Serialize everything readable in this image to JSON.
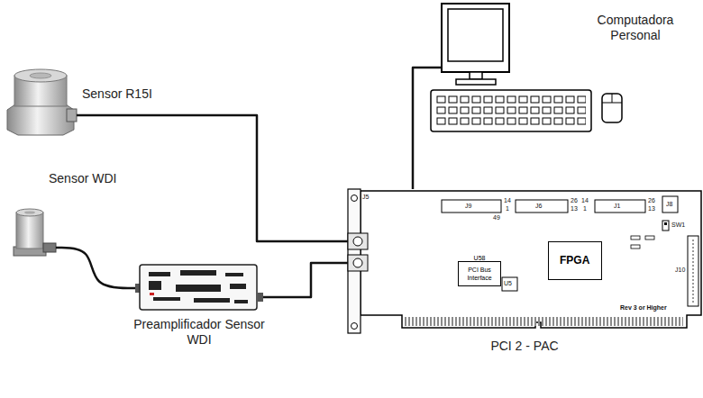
{
  "diagram": {
    "nodes": [
      {
        "text": [
          "Computadora Personal"
        ]
      },
      {
        "text": [
          "Sensor R15I"
        ]
      },
      {
        "text": [
          "Sensor WDI"
        ]
      },
      {
        "text": [
          "Preamplificador Sensor WDI"
        ]
      },
      {
        "text": [
          "PCI 2 - PAC"
        ]
      },
      {
        "text": [
          "FPGA"
        ],
        "in": 4
      },
      {
        "text": [
          "U58",
          "PCI Bus Interface"
        ],
        "in": 4
      }
    ],
    "edges": [
      {
        "from": 1,
        "to": 4,
        "arrow": "none"
      },
      {
        "from": 2,
        "to": 3,
        "arrow": "none"
      },
      {
        "from": 3,
        "to": 4,
        "arrow": "none"
      },
      {
        "from": 4,
        "to": 0,
        "arrow": "none"
      }
    ],
    "labels": [
      "J5",
      "J9",
      "14",
      "1",
      "J6",
      "26",
      "14",
      "13",
      "1",
      "J1",
      "26",
      "13",
      "J8",
      "49",
      "SW1",
      "J10",
      "U5",
      "Rev 3 or Higher"
    ]
  }
}
